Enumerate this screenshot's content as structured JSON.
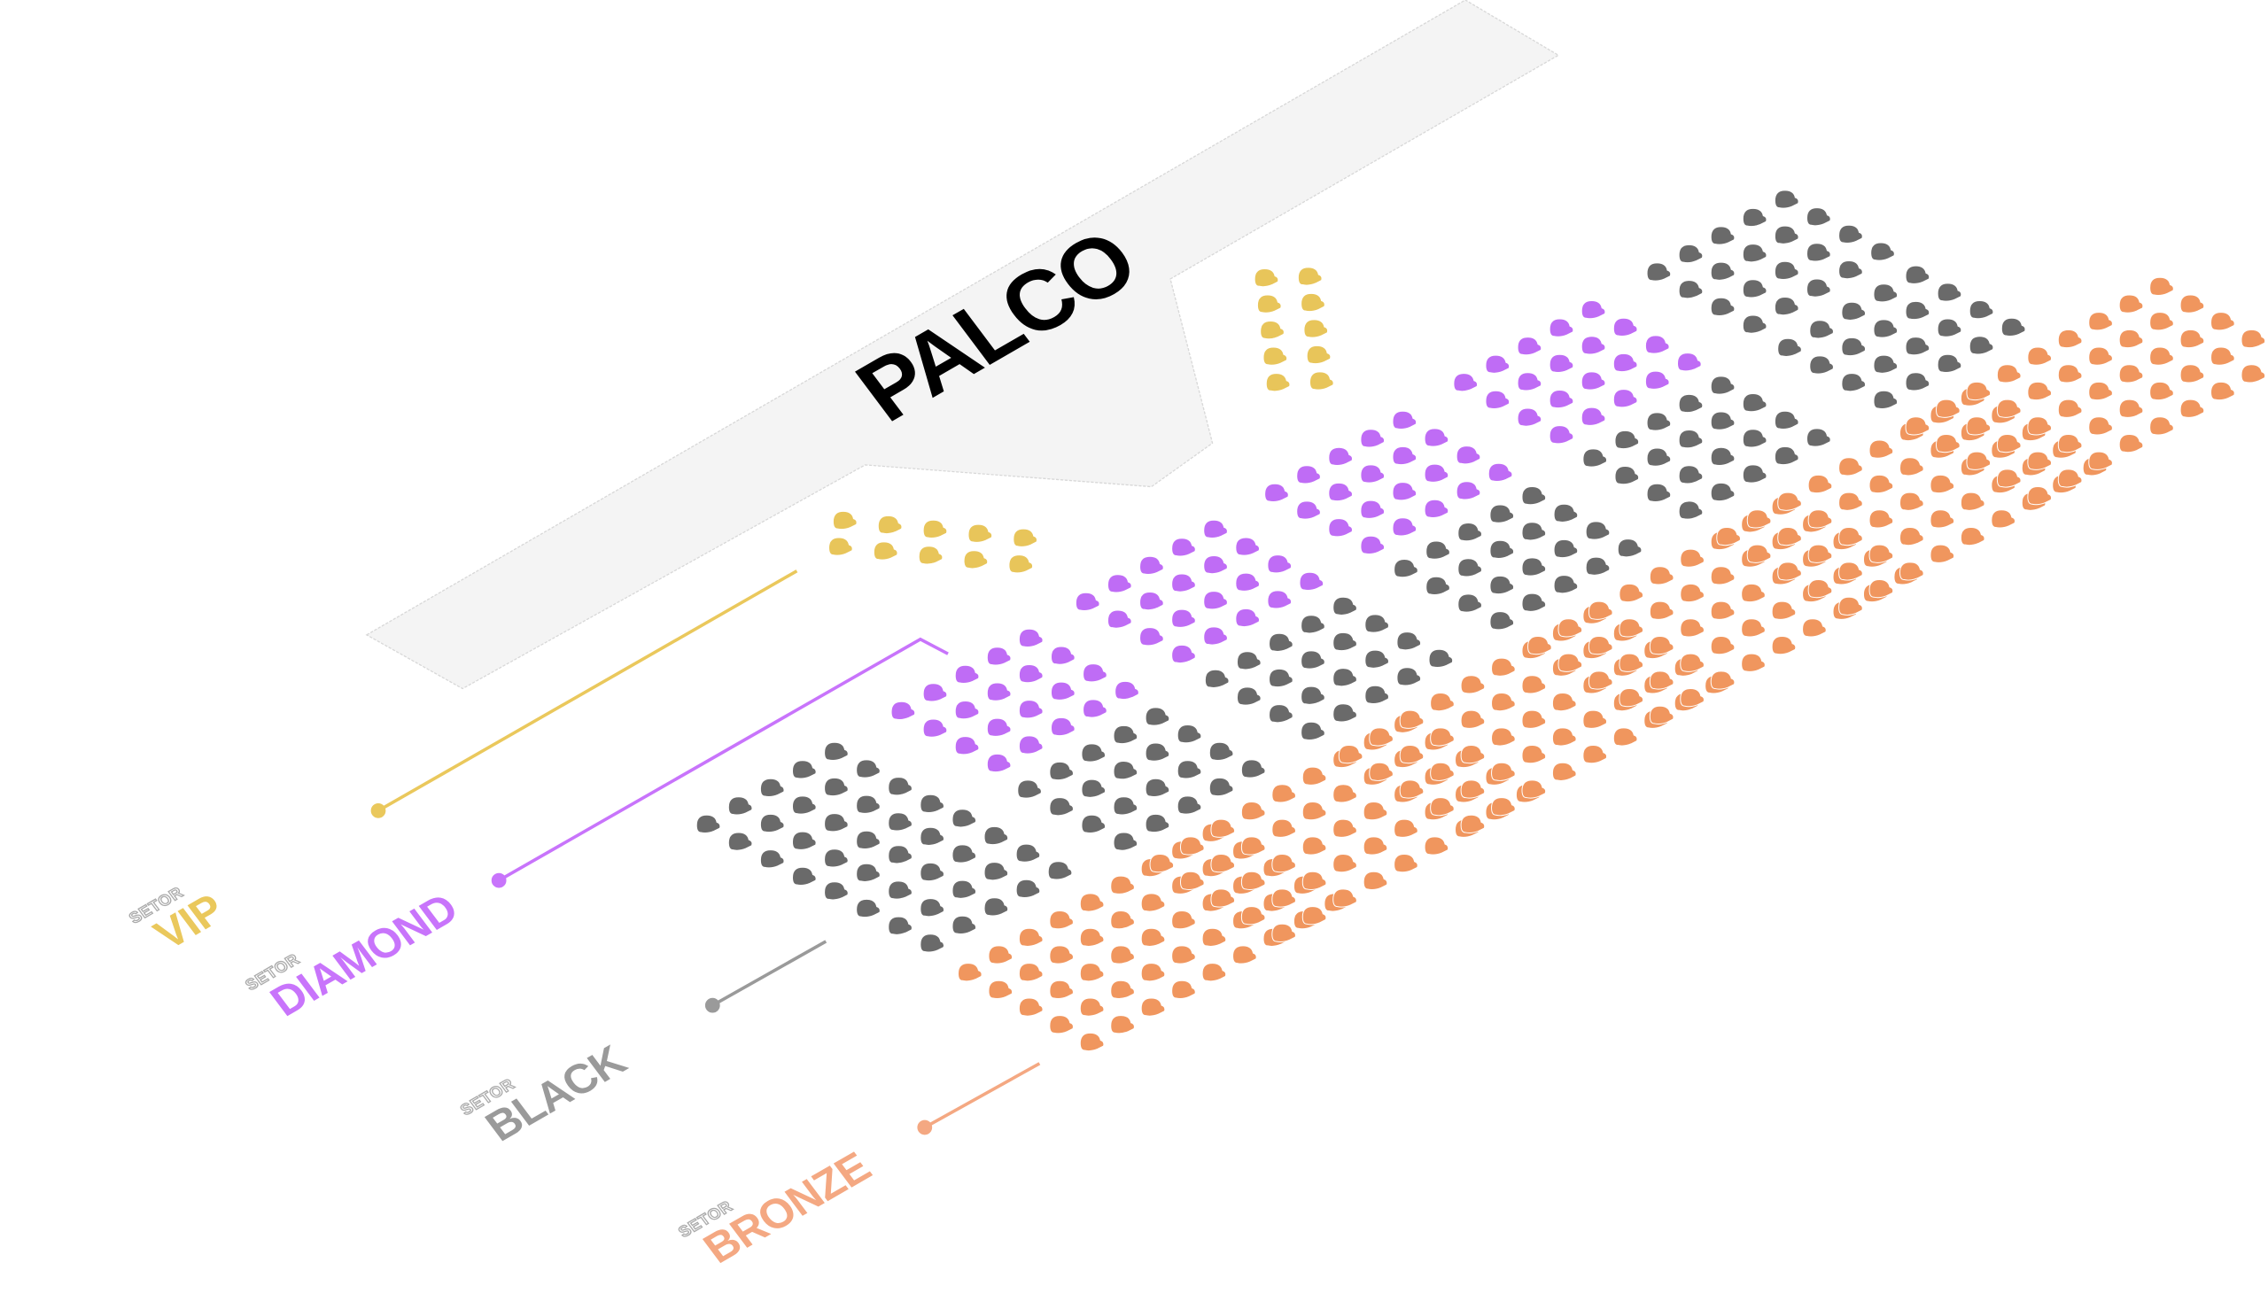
{
  "stage": {
    "label": "PALCO",
    "color": "#f4f4f4"
  },
  "sectors": [
    {
      "id": "vip",
      "prefix": "SETOR",
      "name": "VIP",
      "color": "#e8c55a"
    },
    {
      "id": "diamond",
      "prefix": "SETOR",
      "name": "DIAMOND",
      "color": "#bf6cf5"
    },
    {
      "id": "black",
      "prefix": "SETOR",
      "name": "BLACK",
      "color": "#6a6a6a"
    },
    {
      "id": "bronze",
      "prefix": "SETOR",
      "name": "BRONZE",
      "color": "#f0965e"
    }
  ],
  "label_colors": {
    "vip": "#eac85c",
    "diamond": "#c874fb",
    "black": "#9a9a9a",
    "bronze": "#f4a882"
  },
  "blocks": [
    {
      "sector": "vip",
      "cols": 5,
      "rows": 2
    },
    {
      "sector": "vip",
      "cols": 2,
      "rows": 5
    },
    {
      "sector": "diamond",
      "cols": 5,
      "rows": 4
    },
    {
      "sector": "diamond",
      "cols": 5,
      "rows": 4
    },
    {
      "sector": "diamond",
      "cols": 5,
      "rows": 4
    },
    {
      "sector": "diamond",
      "cols": 5,
      "rows": 4
    },
    {
      "sector": "black",
      "cols": 5,
      "rows": 4
    },
    {
      "sector": "black",
      "cols": 5,
      "rows": 4
    },
    {
      "sector": "black",
      "cols": 5,
      "rows": 4
    },
    {
      "sector": "black",
      "cols": 5,
      "rows": 4
    },
    {
      "sector": "black",
      "cols": 5,
      "rows": 4
    },
    {
      "sector": "black",
      "cols": 5,
      "rows": 4
    },
    {
      "sector": "black",
      "cols": 5,
      "rows": 4
    },
    {
      "sector": "black",
      "cols": 5,
      "rows": 4
    },
    {
      "sector": "bronze",
      "cols": 9,
      "rows": 5
    },
    {
      "sector": "bronze",
      "cols": 9,
      "rows": 5
    },
    {
      "sector": "bronze",
      "cols": 9,
      "rows": 5
    },
    {
      "sector": "bronze",
      "cols": 9,
      "rows": 5
    },
    {
      "sector": "bronze",
      "cols": 9,
      "rows": 5
    },
    {
      "sector": "bronze",
      "cols": 9,
      "rows": 5
    }
  ]
}
